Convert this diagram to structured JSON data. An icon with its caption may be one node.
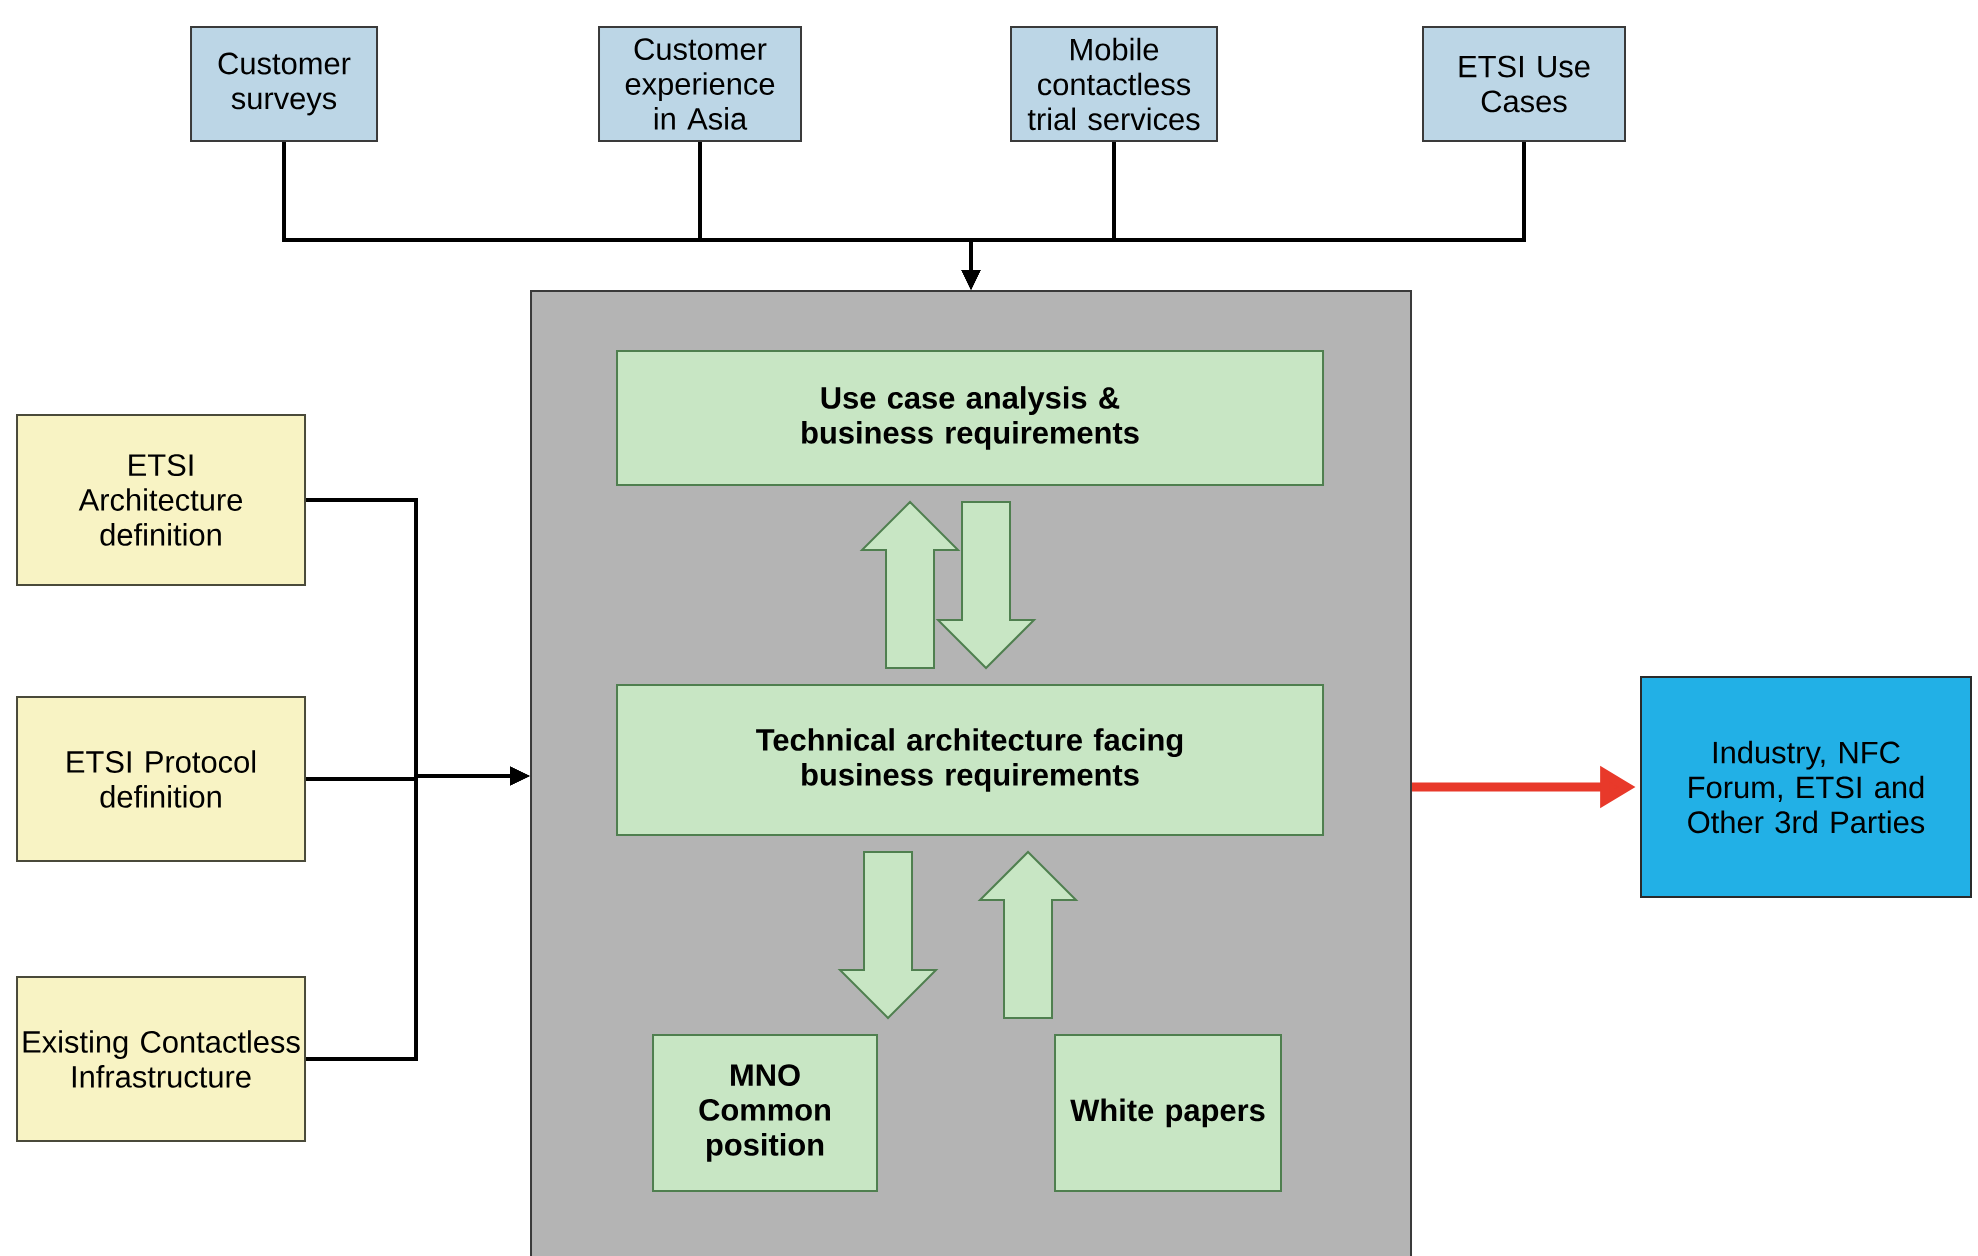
{
  "diagram": {
    "nodes": [
      {
        "text": [
          "Customer surveys"
        ]
      },
      {
        "text": [
          "Customer experience in Asia"
        ]
      },
      {
        "text": [
          "Mobile contactless trial services"
        ]
      },
      {
        "text": [
          "ETSI Use Cases"
        ]
      },
      {
        "text": [],
        "shape": "box"
      },
      {
        "text": [
          "Use case analysis & business requirements"
        ],
        "in": 4
      },
      {
        "text": [
          "Technical architecture facing business requirements"
        ],
        "in": 4
      },
      {
        "text": [
          "MNO Common position"
        ],
        "in": 4
      },
      {
        "text": [
          "White papers"
        ],
        "in": 4
      },
      {
        "text": [
          "ETSI Architecture definition"
        ]
      },
      {
        "text": [
          "ETSI Protocol definition"
        ]
      },
      {
        "text": [
          "Existing Contactless Infrastructure"
        ]
      },
      {
        "text": [
          "Industry, NFC Forum, ETSI and Other 3rd Parties"
        ]
      }
    ],
    "edges": [
      {
        "from": 0,
        "to": 4,
        "arrow": "to"
      },
      {
        "from": 1,
        "to": 4,
        "arrow": "to"
      },
      {
        "from": 2,
        "to": 4,
        "arrow": "to"
      },
      {
        "from": 3,
        "to": 4,
        "arrow": "to"
      },
      {
        "from": 9,
        "to": 4,
        "arrow": "to"
      },
      {
        "from": 10,
        "to": 4,
        "arrow": "to"
      },
      {
        "from": 11,
        "to": 4,
        "arrow": "to"
      },
      {
        "from": 6,
        "to": 5,
        "arrow": "to",
        "style": "thick"
      },
      {
        "from": 5,
        "to": 6,
        "arrow": "to",
        "style": "thick"
      },
      {
        "from": 6,
        "to": 7,
        "arrow": "to",
        "style": "thick"
      },
      {
        "from": 8,
        "to": 6,
        "arrow": "to",
        "style": "thick"
      },
      {
        "from": 4,
        "to": 12,
        "arrow": "to",
        "style": "thick",
        "color": "#e8392a"
      }
    ]
  }
}
